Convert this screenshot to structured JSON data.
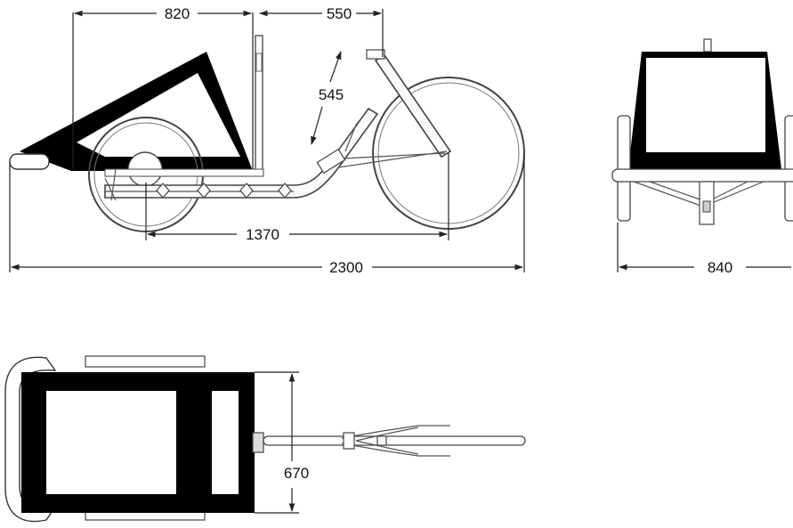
{
  "dimensions": {
    "canopy_length": "820",
    "handlebar_reach": "550",
    "fork_rise": "545",
    "wheelbase": "1370",
    "total_length": "2300",
    "total_width": "840",
    "box_width": "670"
  },
  "colors": {
    "line": "#222222",
    "canopy": "#000000",
    "window": "#ffffff"
  }
}
